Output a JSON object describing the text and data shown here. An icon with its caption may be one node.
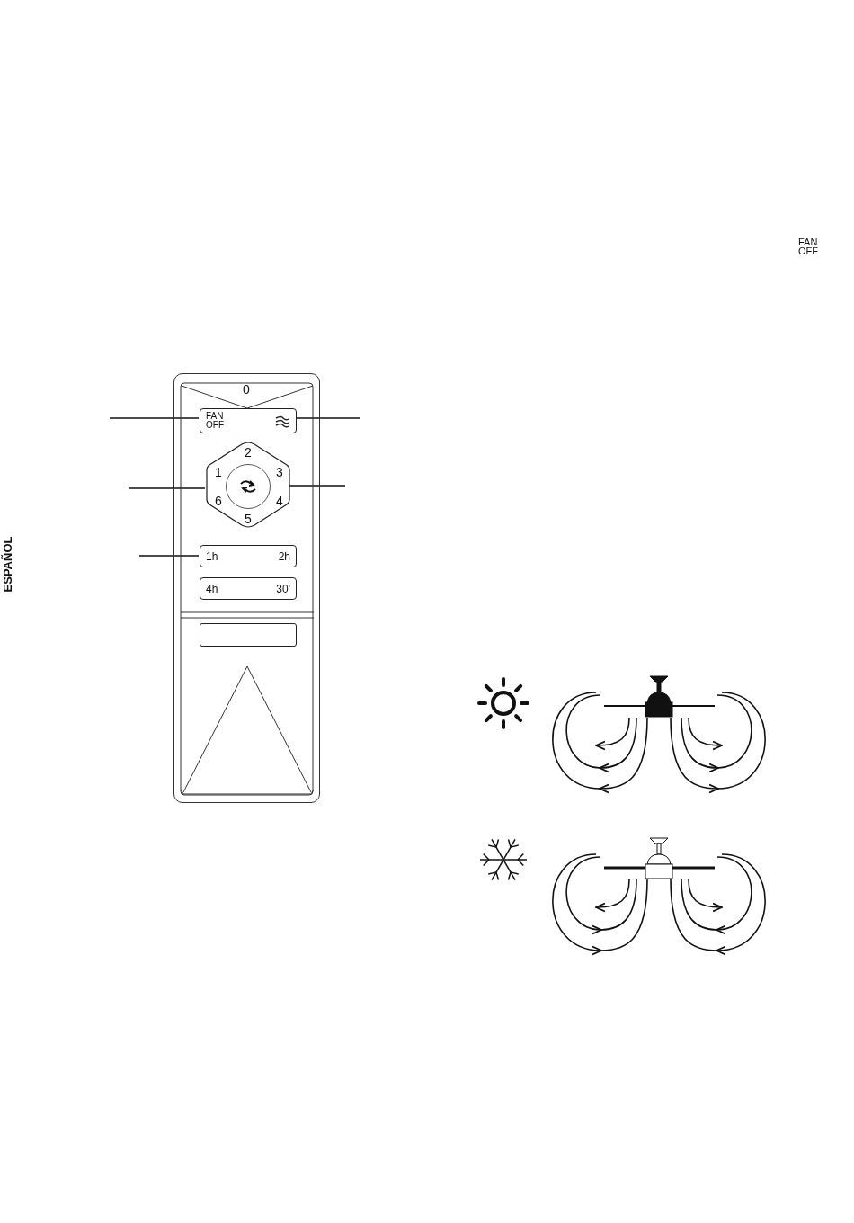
{
  "diagram": {
    "nodes": [
      {
        "text": [
          "0"
        ]
      },
      {
        "text": [
          "FAN OFF"
        ],
        "in": 0
      },
      {
        "text": [],
        "shape": "icon",
        "in": 1
      },
      {
        "text": [
          "2",
          "1",
          "3",
          "6",
          "4",
          "5"
        ],
        "in": 0
      },
      {
        "text": [],
        "shape": "circle",
        "in": 3
      },
      {
        "text": [
          "1h",
          "2h"
        ],
        "in": 0
      },
      {
        "text": [
          "4h",
          "30'"
        ],
        "in": 0
      },
      {
        "text": [],
        "shape": "box",
        "in": 0
      }
    ],
    "edges": [
      {
        "from": null,
        "to": 1,
        "arrow": "none"
      },
      {
        "from": null,
        "to": 2,
        "arrow": "none"
      },
      {
        "from": null,
        "to": 3,
        "arrow": "none"
      },
      {
        "from": null,
        "to": 4,
        "arrow": "none"
      },
      {
        "from": null,
        "to": 5,
        "arrow": "none"
      }
    ],
    "labels": [
      "FAN OFF",
      "ESPAÑOL"
    ]
  }
}
